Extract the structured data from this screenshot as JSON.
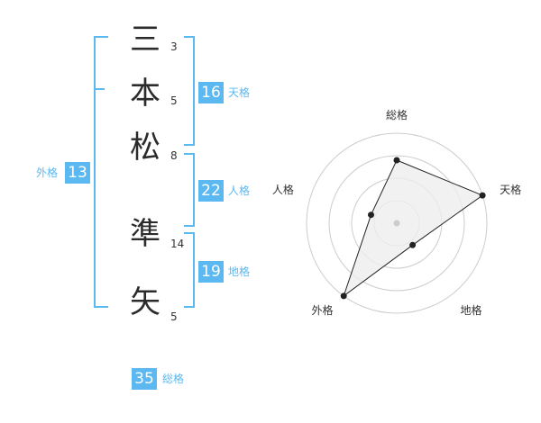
{
  "name": {
    "chars": [
      {
        "char": "三",
        "strokes": "3"
      },
      {
        "char": "本",
        "strokes": "5"
      },
      {
        "char": "松",
        "strokes": "8"
      },
      {
        "char": "準",
        "strokes": "14"
      },
      {
        "char": "矢",
        "strokes": "5"
      }
    ]
  },
  "fortunes": {
    "tenkaku": {
      "value": "16",
      "label": "天格"
    },
    "jinkaku": {
      "value": "22",
      "label": "人格"
    },
    "chikaku": {
      "value": "19",
      "label": "地格"
    },
    "gaikaku": {
      "value": "13",
      "label": "外格"
    },
    "soukaku": {
      "value": "35",
      "label": "総格"
    }
  },
  "chart_data": {
    "type": "radar",
    "axes": [
      "総格",
      "天格",
      "地格",
      "外格",
      "人格"
    ],
    "values": [
      0.7,
      1.0,
      0.3,
      1.0,
      0.3
    ],
    "rings": 4,
    "colors": {
      "fill": "#eeeeee",
      "line": "#222222",
      "grid": "#cccccc",
      "center": "#cccccc"
    }
  },
  "colors": {
    "accent": "#5bb8f0",
    "text": "#2b2b2b"
  }
}
